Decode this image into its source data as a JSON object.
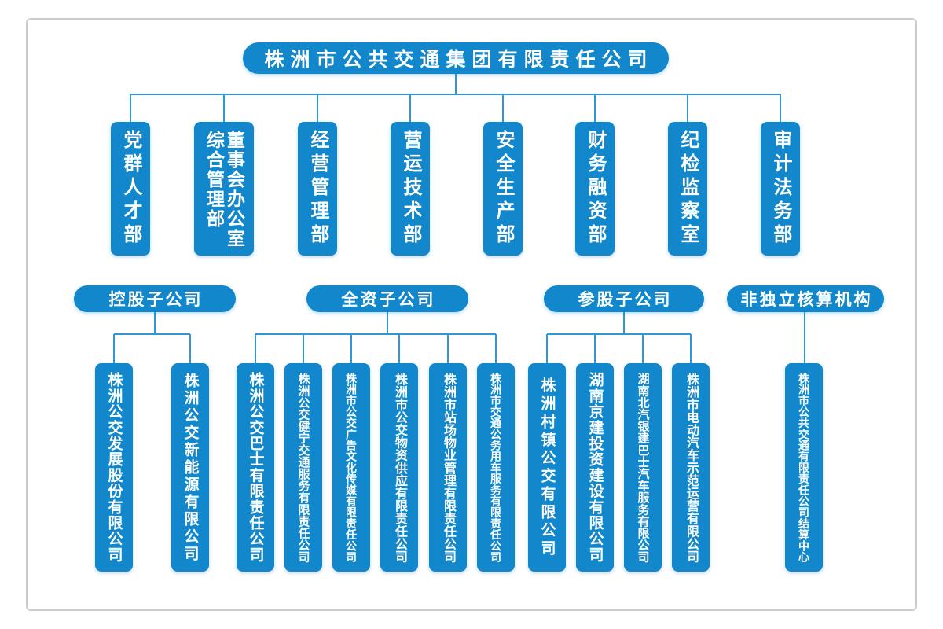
{
  "colors": {
    "box_fill": "#1287cb",
    "connector": "#2e97d8",
    "page_border": "#cccccc",
    "text_on_box": "#ffffff"
  },
  "root": {
    "label": "株洲市公共交通集团有限责任公司"
  },
  "departments": [
    {
      "label": "党群人才部"
    },
    {
      "columns": [
        "董事会办公室",
        "综合管理部"
      ]
    },
    {
      "label": "经营管理部"
    },
    {
      "label": "营运技术部"
    },
    {
      "label": "安全生产部"
    },
    {
      "label": "财务融资部"
    },
    {
      "label": "纪检监察室"
    },
    {
      "label": "审计法务部"
    }
  ],
  "groups": [
    {
      "label": "控股子公司",
      "children": [
        "株洲公交发展股份有限公司",
        "株洲公交新能源有限公司"
      ]
    },
    {
      "label": "全资子公司",
      "children": [
        "株洲公交巴士有限责任公司",
        "株洲公交健宁交通服务有限责任公司",
        "株洲市公交广告文化传媒有限责任公司",
        "株洲市公交物资供应有限责任公司",
        "株洲市站场物业管理有限责任公司",
        "株洲市交通公务用车服务有限责任公司"
      ]
    },
    {
      "label": "参股子公司",
      "children": [
        "株洲村镇公交有限公司",
        "湖南京建投资建设有限公司",
        "湖南北汽银建巴士汽车服务有限公司",
        "株洲市电动汽车示范运营有限公司"
      ]
    },
    {
      "label": "非独立核算机构",
      "children": [
        "株洲市公共交通有限责任公司结算中心"
      ]
    }
  ]
}
